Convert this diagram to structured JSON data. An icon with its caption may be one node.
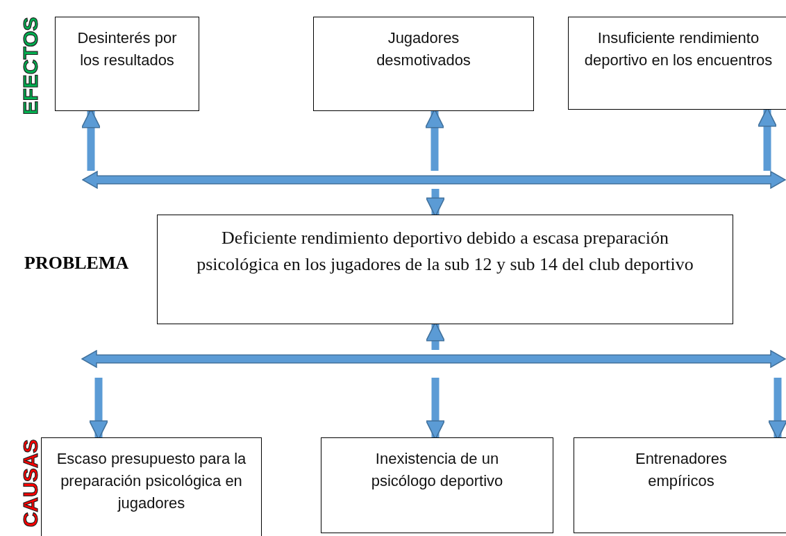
{
  "diagram": {
    "nodes": [
      {
        "text": [
          "Desinterés por los resultados"
        ]
      },
      {
        "text": [
          "Jugadores desmotivados"
        ]
      },
      {
        "text": [
          "Insuficiente rendimiento deportivo en los encuentros"
        ]
      },
      {
        "text": [],
        "shape": "bar"
      },
      {
        "text": [
          "Deficiente rendimiento deportivo debido a escasa preparación psicológica en los jugadores de la sub 12 y sub 14 del club deportivo"
        ],
        "beside": [
          "PROBLEMA"
        ]
      },
      {
        "text": [],
        "shape": "bar"
      },
      {
        "text": [
          "Escaso presupuesto para la preparación psicológica en jugadores"
        ]
      },
      {
        "text": [
          "Inexistencia de un psicólogo deportivo"
        ]
      },
      {
        "text": [
          "Entrenadores empíricos"
        ]
      }
    ],
    "edges": [
      {
        "from": 3,
        "to": 0,
        "arrow": "to"
      },
      {
        "from": 3,
        "to": 1,
        "arrow": "to"
      },
      {
        "from": 3,
        "to": 2,
        "arrow": "to"
      },
      {
        "from": 3,
        "to": 4,
        "arrow": "to"
      },
      {
        "from": 5,
        "to": 4,
        "arrow": "to"
      },
      {
        "from": 5,
        "to": 6,
        "arrow": "to"
      },
      {
        "from": 5,
        "to": 7,
        "arrow": "to"
      },
      {
        "from": 5,
        "to": 8,
        "arrow": "to"
      }
    ],
    "labels": [
      "EFECTOS",
      "CAUSAS"
    ]
  }
}
